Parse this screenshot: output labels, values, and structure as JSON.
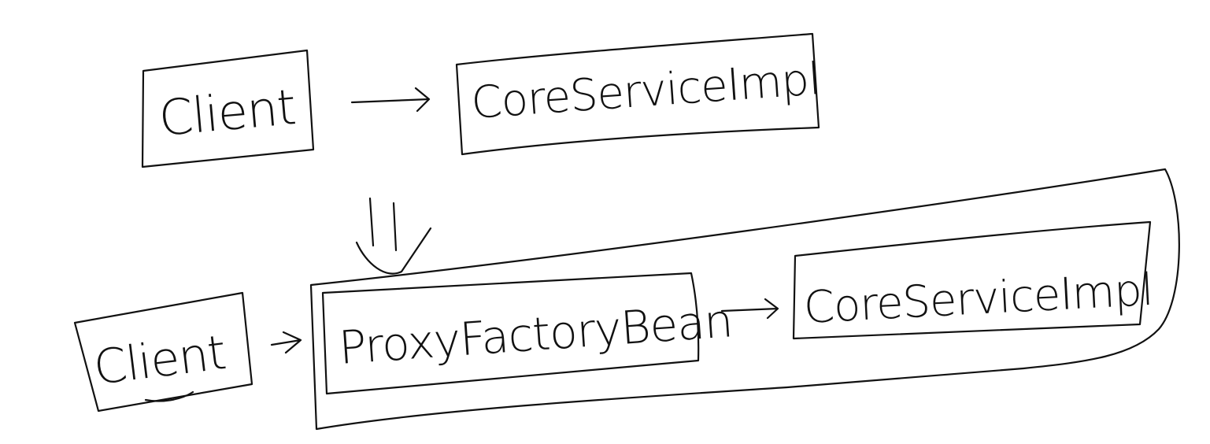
{
  "diagram": {
    "before": {
      "client_label": "Client",
      "service_label": "CoreServiceImpl"
    },
    "after": {
      "client_label": "Client",
      "proxy_label": "ProxyFactoryBean",
      "service_label": "CoreServiceImpl"
    }
  }
}
